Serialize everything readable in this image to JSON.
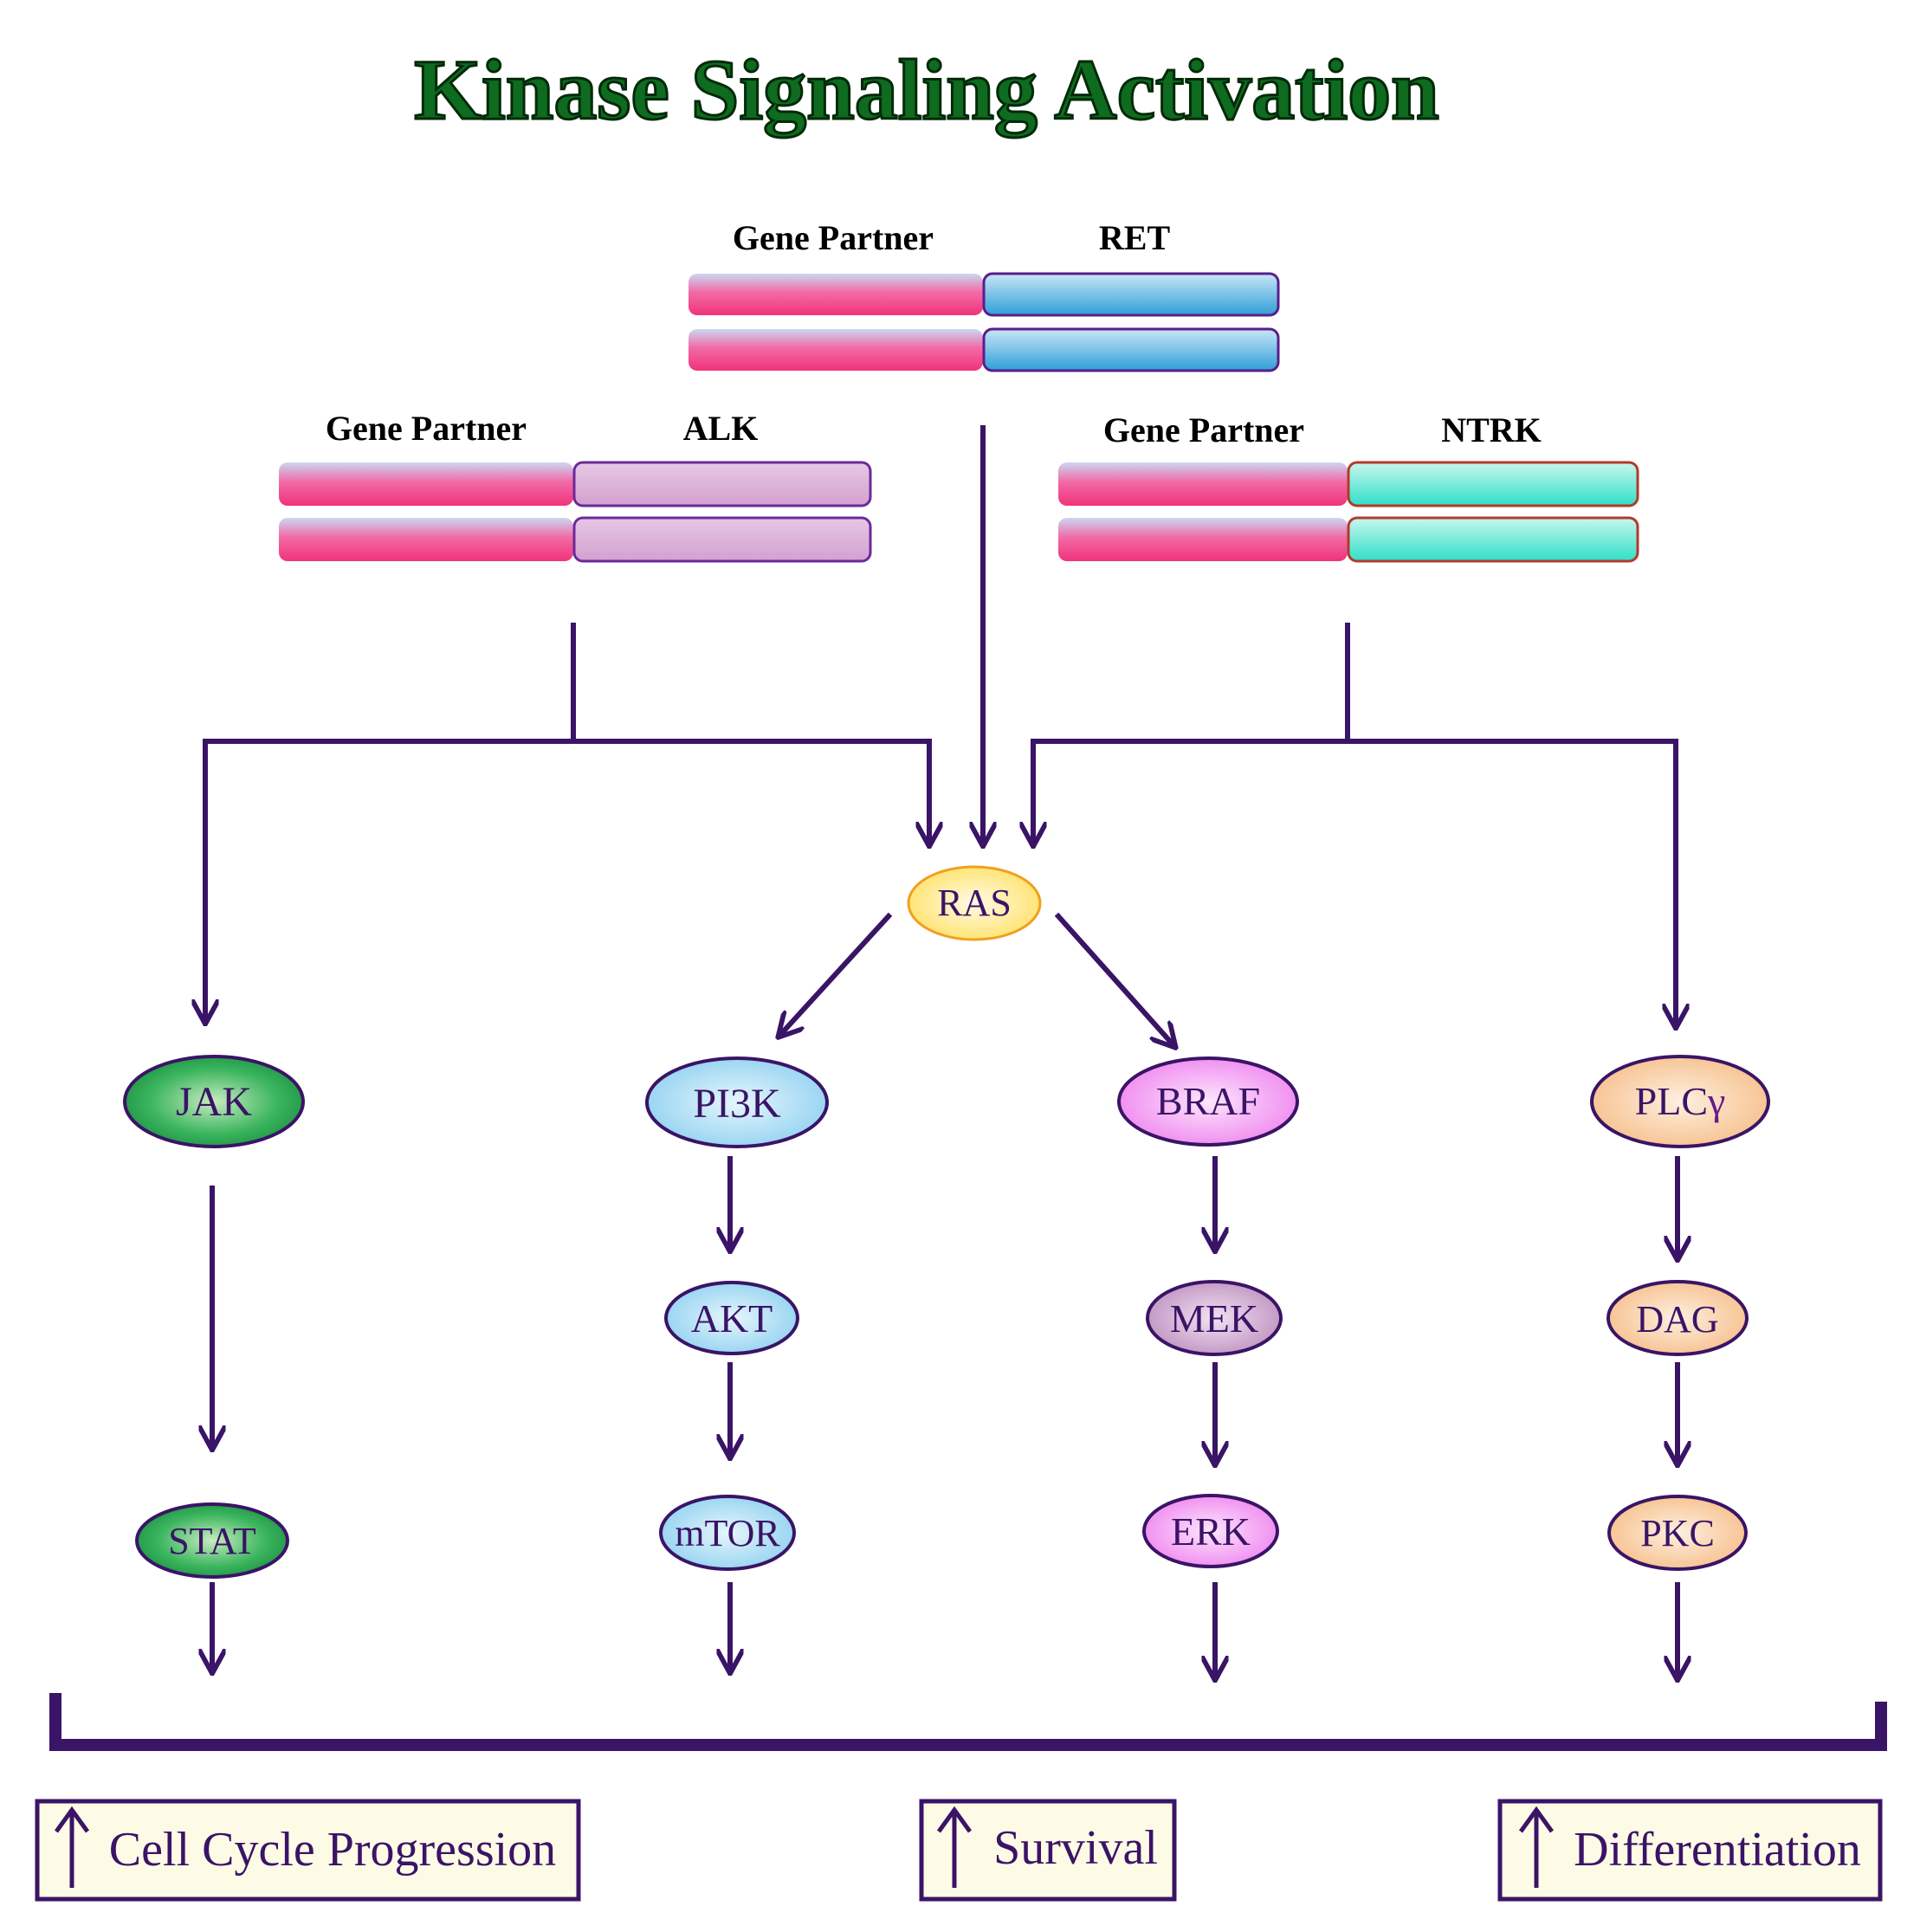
{
  "title": "Kinase Signaling Activation",
  "fusions": {
    "ret": {
      "partner_label": "Gene Partner",
      "kinase_label": "RET"
    },
    "alk": {
      "partner_label": "Gene Partner",
      "kinase_label": "ALK"
    },
    "ntrk": {
      "partner_label": "Gene Partner",
      "kinase_label": "NTRK"
    }
  },
  "nodes": {
    "ras": "RAS",
    "jak": "JAK",
    "stat": "STAT",
    "pi3k": "PI3K",
    "akt": "AKT",
    "mtor": "mTOR",
    "braf": "BRAF",
    "mek": "MEK",
    "erk": "ERK",
    "plc": "PLC",
    "plc_greek": "γ",
    "dag": "DAG",
    "pkc": "PKC"
  },
  "outcomes": {
    "cell_cycle": "Cell Cycle Progression",
    "survival": "Survival",
    "differentiation": "Differentiation"
  },
  "colors": {
    "arrow": "#3a1466",
    "title_fill": "#0e6b1f",
    "partner_pink": "#f0337a",
    "ret_blue": "#2f9fd8",
    "alk_lilac": "#d8a8d4",
    "ntrk_teal": "#2fe0c8",
    "jak_green": "#1fa24a",
    "pi3k_blue": "#9fd6f2",
    "braf_pink": "#f08ef0",
    "mek_mauve": "#c79cc8",
    "plc_peach": "#f8c594",
    "ras_yellow": "#ffe870",
    "outcome_bg": "#fdfbe6",
    "node_text": "#3a1466"
  }
}
